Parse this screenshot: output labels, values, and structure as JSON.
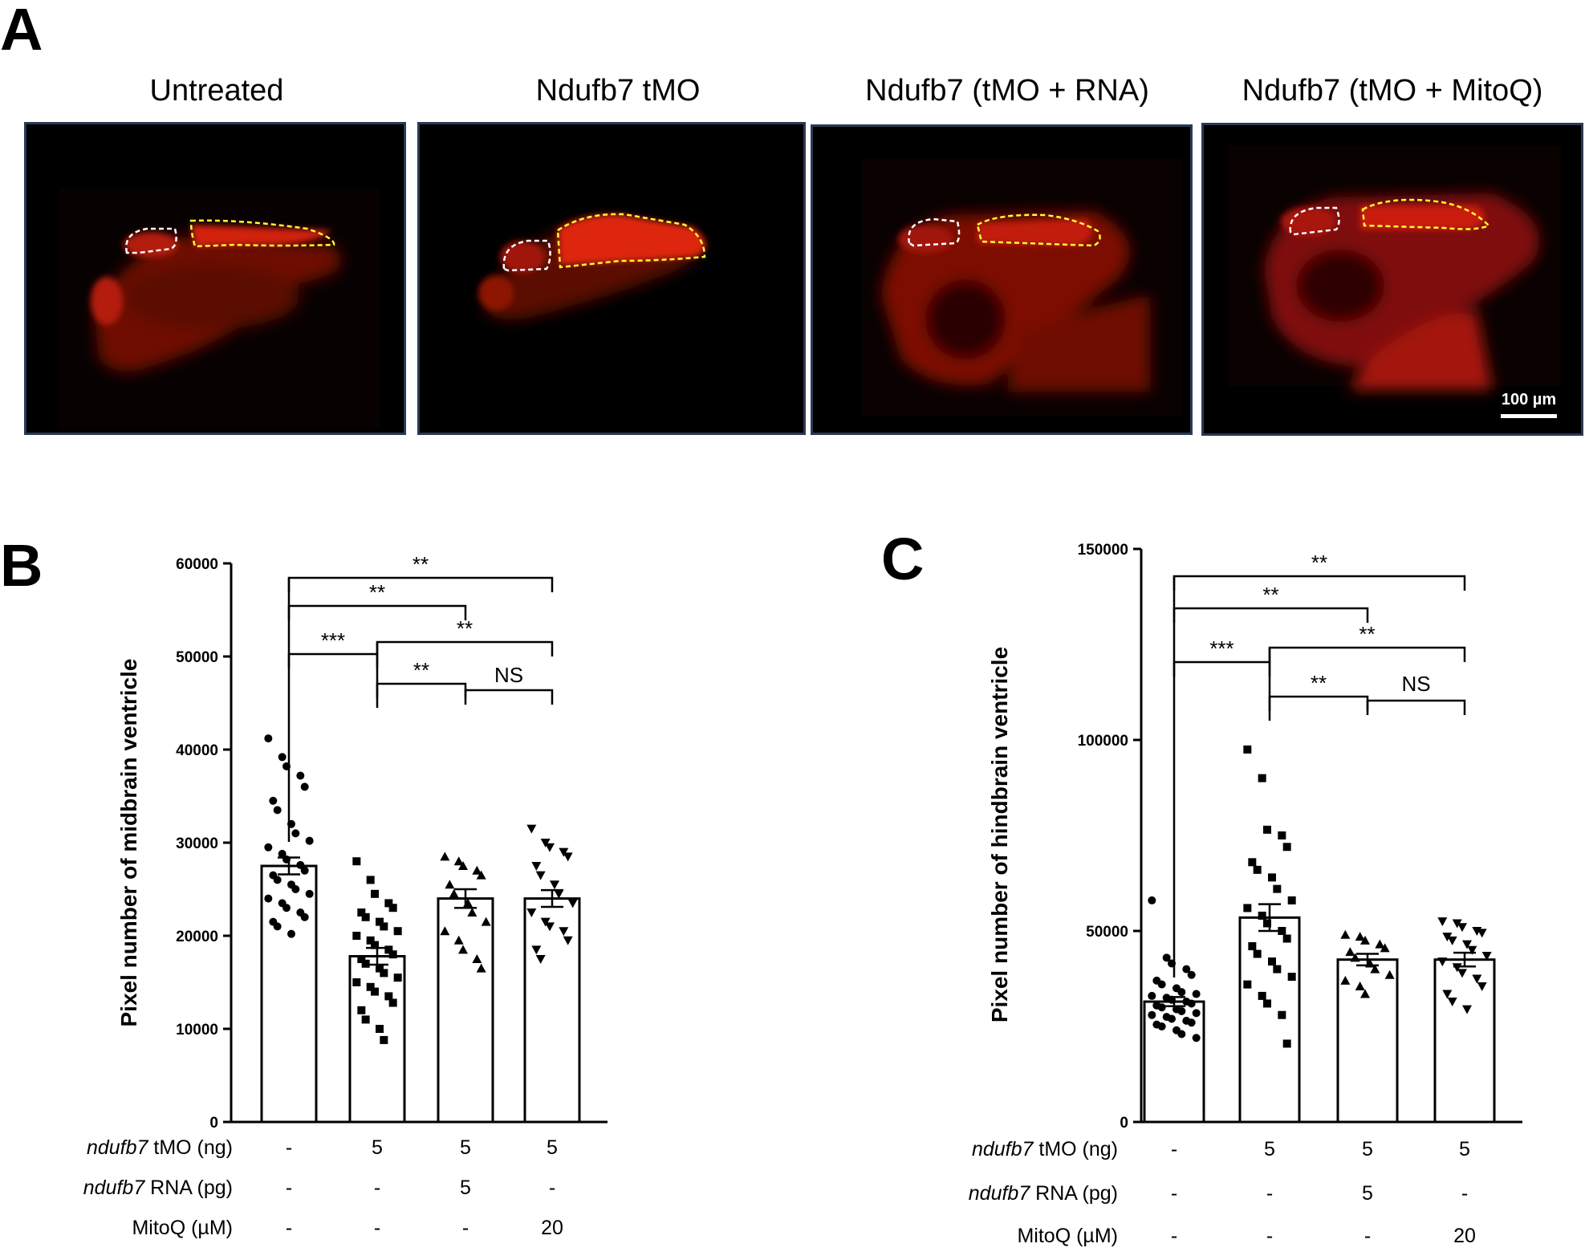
{
  "panels": {
    "a": "A",
    "b": "B",
    "c": "C"
  },
  "images": [
    {
      "title": "Untreated"
    },
    {
      "title": "Ndufb7 tMO"
    },
    {
      "title": "Ndufb7 (tMO + RNA)"
    },
    {
      "title": "Ndufb7 (tMO + MitoQ)"
    }
  ],
  "scale_bar": "100 µm",
  "colors": {
    "tissue": "#c81e0a",
    "midbrain_outline": "#ffffff",
    "hindbrain_outline": "#ffff33",
    "frame": "#2a3a55"
  },
  "chart_data": [
    {
      "type": "bar",
      "panel": "B",
      "ylabel": "Pixel number of midbrain ventricle",
      "ylim": [
        0,
        60000
      ],
      "yticks": [
        0,
        10000,
        20000,
        30000,
        40000,
        50000,
        60000
      ],
      "ytick_labels": [
        "0",
        "10000",
        "20000",
        "30000",
        "40000",
        "50000",
        "60000"
      ],
      "conditions": [
        {
          "label": "ndufb7",
          "label_suffix": " tMO (ng)",
          "values": [
            "-",
            "5",
            "5",
            "5"
          ]
        },
        {
          "label": "ndufb7",
          "label_suffix": " RNA (pg)",
          "values": [
            "-",
            "-",
            "5",
            "-"
          ]
        },
        {
          "label": "",
          "label_suffix": "MitoQ (µM)",
          "values": [
            "-",
            "-",
            "-",
            "20"
          ]
        }
      ],
      "series": [
        {
          "marker": "circle",
          "mean": 27500,
          "sem": 900,
          "points": [
            41200,
            39200,
            38200,
            37200,
            36000,
            34500,
            33500,
            32000,
            31000,
            30200,
            29500,
            28800,
            28200,
            27600,
            27000,
            26500,
            26000,
            25500,
            25000,
            24500,
            24000,
            23500,
            23000,
            22500,
            22000,
            21500,
            21000,
            20200
          ]
        },
        {
          "marker": "square",
          "mean": 17800,
          "sem": 900,
          "points": [
            28000,
            26000,
            24500,
            23500,
            23000,
            22500,
            22000,
            21500,
            21000,
            20500,
            20000,
            19500,
            19000,
            18500,
            18000,
            17500,
            17000,
            16500,
            16000,
            15500,
            15000,
            14500,
            14000,
            13500,
            12800,
            12000,
            11000,
            10000,
            8800
          ]
        },
        {
          "marker": "triangle",
          "mean": 24000,
          "sem": 1000,
          "points": [
            28500,
            28000,
            27500,
            27000,
            26500,
            25500,
            24500,
            23500,
            22500,
            21500,
            20500,
            19500,
            18500,
            17500,
            16500
          ]
        },
        {
          "marker": "triangle-down",
          "mean": 24000,
          "sem": 900,
          "points": [
            31500,
            30000,
            29500,
            29000,
            28500,
            27500,
            26500,
            25500,
            24500,
            23500,
            22500,
            21500,
            21000,
            20500,
            19500,
            18500,
            17500
          ]
        }
      ],
      "significance": [
        {
          "from": 0,
          "to": 3,
          "label": "**"
        },
        {
          "from": 0,
          "to": 2,
          "label": "**"
        },
        {
          "from": 0,
          "to": 1,
          "label": "***"
        },
        {
          "from": 1,
          "to": 3,
          "label": "**"
        },
        {
          "from": 1,
          "to": 2,
          "label": "**"
        },
        {
          "from": 2,
          "to": 3,
          "label": "NS"
        }
      ]
    },
    {
      "type": "bar",
      "panel": "C",
      "ylabel": "Pixel number of hindbrain ventricle",
      "ylim": [
        0,
        150000
      ],
      "yticks": [
        0,
        50000,
        100000,
        150000
      ],
      "ytick_labels": [
        "0",
        "50000",
        "100000",
        "150000"
      ],
      "conditions": [
        {
          "label": "ndufb7",
          "label_suffix": " tMO (ng)",
          "values": [
            "-",
            "5",
            "5",
            "5"
          ]
        },
        {
          "label": "ndufb7",
          "label_suffix": " RNA (pg)",
          "values": [
            "-",
            "-",
            "5",
            "-"
          ]
        },
        {
          "label": "",
          "label_suffix": "MitoQ (µM)",
          "values": [
            "-",
            "-",
            "-",
            "20"
          ]
        }
      ],
      "series": [
        {
          "marker": "circle",
          "mean": 31500,
          "sem": 1200,
          "points": [
            58000,
            43000,
            41500,
            40000,
            38500,
            37000,
            36000,
            35000,
            34000,
            33500,
            33000,
            32500,
            32000,
            31500,
            31000,
            30500,
            30000,
            29500,
            29000,
            28500,
            28000,
            27500,
            27000,
            26500,
            26000,
            25500,
            25000,
            24000,
            23000,
            22000
          ]
        },
        {
          "marker": "square",
          "mean": 53500,
          "sem": 3500,
          "points": [
            97500,
            90000,
            76500,
            75000,
            72000,
            68000,
            66000,
            64000,
            61000,
            58000,
            56000,
            54000,
            52000,
            50000,
            48000,
            46000,
            44000,
            42000,
            40000,
            38000,
            36000,
            33000,
            31000,
            28000,
            20500
          ]
        },
        {
          "marker": "triangle",
          "mean": 42500,
          "sem": 1500,
          "points": [
            49000,
            48500,
            47500,
            46500,
            45500,
            44500,
            43000,
            41500,
            40000,
            38500,
            37000,
            35500,
            33500
          ]
        },
        {
          "marker": "triangle-down",
          "mean": 42500,
          "sem": 1800,
          "points": [
            52500,
            52000,
            51000,
            50000,
            49500,
            48500,
            47500,
            46500,
            45000,
            43500,
            42000,
            40500,
            39000,
            37500,
            35500,
            33500,
            31500,
            29500
          ]
        }
      ],
      "significance": [
        {
          "from": 0,
          "to": 3,
          "label": "**"
        },
        {
          "from": 0,
          "to": 2,
          "label": "**"
        },
        {
          "from": 0,
          "to": 1,
          "label": "***"
        },
        {
          "from": 1,
          "to": 3,
          "label": "**"
        },
        {
          "from": 1,
          "to": 2,
          "label": "**"
        },
        {
          "from": 2,
          "to": 3,
          "label": "NS"
        }
      ]
    }
  ]
}
